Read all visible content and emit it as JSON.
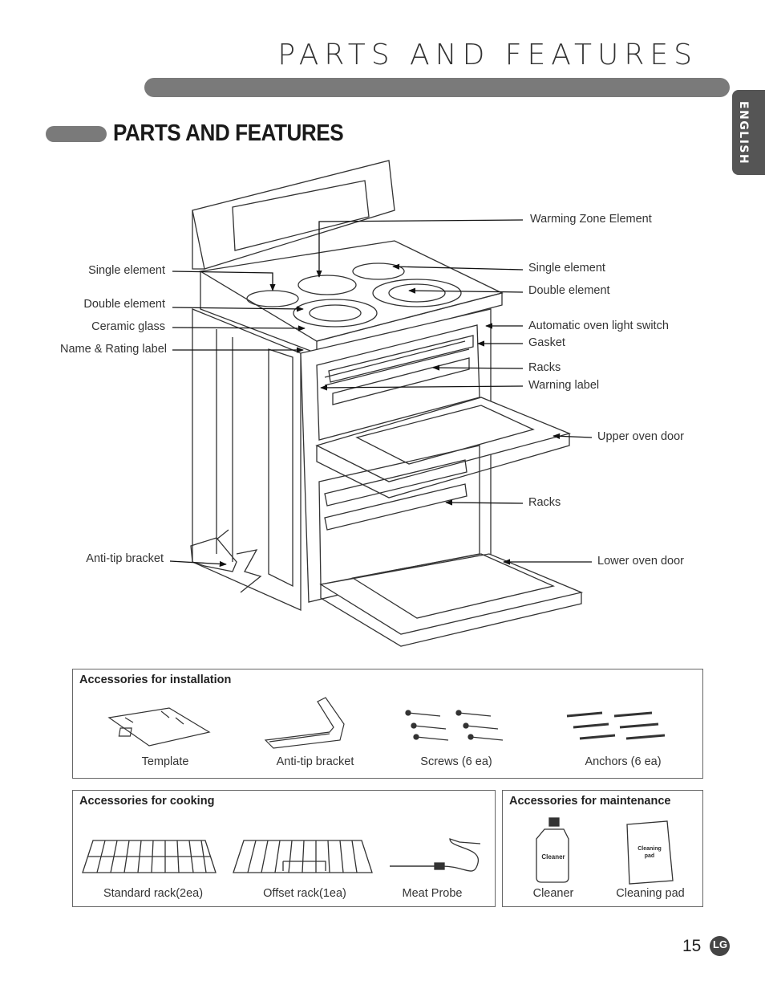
{
  "header": {
    "title": "PARTS AND FEATURES",
    "language_tab": "ENGLISH"
  },
  "section": {
    "title": "PARTS AND FEATURES"
  },
  "diagram_labels": {
    "left": {
      "single_element": "Single element",
      "double_element": "Double element",
      "ceramic_glass": "Ceramic glass",
      "name_rating_label": "Name & Rating label",
      "anti_tip_bracket": "Anti-tip bracket"
    },
    "right": {
      "warming_zone_element": "Warming Zone Element",
      "single_element": "Single element",
      "double_element": "Double element",
      "automatic_oven_light_switch": "Automatic oven light switch",
      "gasket": "Gasket",
      "racks_upper": "Racks",
      "warning_label": "Warning label",
      "upper_oven_door": "Upper oven door",
      "racks_lower": "Racks",
      "lower_oven_door": "Lower oven door"
    }
  },
  "accessories": {
    "installation": {
      "title": "Accessories for installation",
      "items": [
        "Template",
        "Anti-tip bracket",
        "Screws (6 ea)",
        "Anchors (6 ea)"
      ]
    },
    "cooking": {
      "title": "Accessories for cooking",
      "items": [
        "Standard rack(2ea)",
        "Offset rack(1ea)",
        "Meat Probe"
      ]
    },
    "maintenance": {
      "title": "Accessories for maintenance",
      "items": [
        "Cleaner",
        "Cleaning pad"
      ],
      "cleaner_bottle_text": "Cleaner",
      "cleaning_pad_text": "Cleaning pad"
    }
  },
  "footer": {
    "page_number": "15",
    "logo_text": "LG"
  }
}
